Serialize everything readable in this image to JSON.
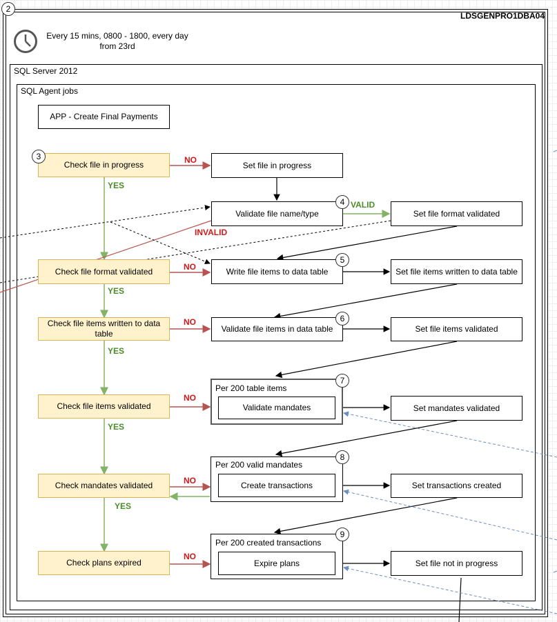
{
  "server_badge": "2",
  "server_name": "LDSGENPRO1DBA04",
  "schedule": {
    "line1": "Every 15 mins, 0800 - 1800, every day",
    "line2": "from 23rd",
    "icon": "clock-icon"
  },
  "sql_server_label": "SQL Server 2012",
  "agent_jobs_label": "SQL Agent jobs",
  "job_name": "APP - Create Final Payments",
  "checks": [
    "Check file in progress",
    "Check file format validated",
    "Check file items written to data table",
    "Check file items validated",
    "Check mandates validated",
    "Check plans expired"
  ],
  "actions": {
    "set_in_progress": "Set file in progress",
    "validate_name": "Validate file name/type",
    "write_items": "Write file items to data table",
    "validate_items": "Validate file items in data table",
    "validate_mandates": "Validate mandates",
    "create_transactions": "Create transactions",
    "expire_plans": "Expire plans"
  },
  "groups": {
    "mandates": "Per 200 table items",
    "transactions": "Per 200 valid mandates",
    "expire": "Per 200 created transactions"
  },
  "results": [
    "Set file format validated",
    "Set file items written to data table",
    "Set file items validated",
    "Set mandates validated",
    "Set transactions created",
    "Set file not in progress"
  ],
  "badges": [
    "3",
    "4",
    "5",
    "6",
    "7",
    "8",
    "9"
  ],
  "labels": {
    "no": "NO",
    "yes": "YES",
    "valid": "VALID",
    "invalid": "INVALID"
  },
  "colors": {
    "yes_line": "#82b366",
    "no_line": "#b85450",
    "fill_yellow": "#fff2cc",
    "dashed_blue": "#6c8ebf"
  }
}
